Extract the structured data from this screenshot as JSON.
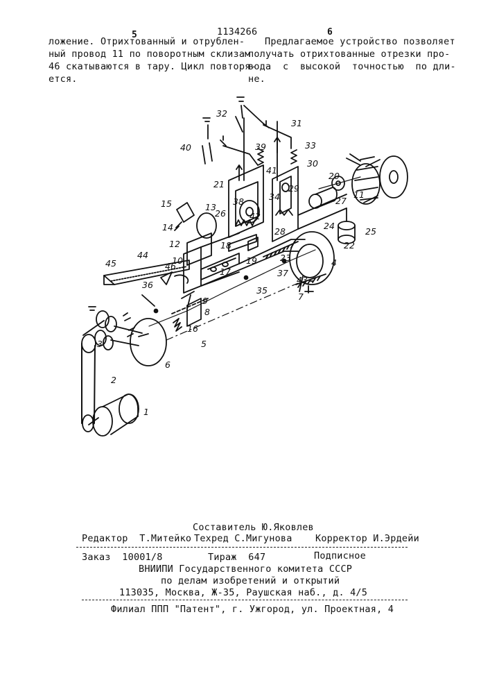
{
  "header": {
    "page_left": "5",
    "patent_number": "1134266",
    "page_right": "6"
  },
  "text": {
    "left_col": [
      "ложение. Отрихтованный и отрублен-",
      "ный провод 11 по поворотным склизам",
      "46 скатываются в тару. Цикл повторя-",
      "ется."
    ],
    "right_col": [
      "Предлагаемое устройство позволяет",
      "получать отрихтованные отрезки про-",
      "вода  с  высокой  точностью  по дли-",
      "не."
    ]
  },
  "figure": {
    "labels": [
      "1",
      "2",
      "3",
      "4",
      "5",
      "6",
      "7",
      "8",
      "9",
      "10",
      "11",
      "12",
      "13",
      "14",
      "15",
      "16",
      "17",
      "18",
      "19",
      "20",
      "21",
      "22",
      "23",
      "24",
      "25",
      "26",
      "27",
      "28",
      "29",
      "30",
      "31",
      "32",
      "33",
      "34",
      "35",
      "36",
      "37",
      "38",
      "39",
      "40",
      "41",
      "42",
      "43",
      "44",
      "45",
      "46"
    ]
  },
  "footer": {
    "compiler": "Составитель Ю.Яковлев",
    "editor": "Редактор  Т.Митейко",
    "techred": "Техред С.Мигунова",
    "corrector": "Корректор И.Эрдейи",
    "order": "Заказ  10001/8",
    "circulation": "Тираж  647",
    "subscription": "Подписное",
    "org1": "ВНИИПИ Государственного комитета СССР",
    "org2": "по делам изобретений и открытий",
    "org3": "113035, Москва, Ж-35, Раушская наб., д. 4/5",
    "branch": "Филиал ППП \"Патент\", г. Ужгород, ул. Проектная, 4"
  }
}
